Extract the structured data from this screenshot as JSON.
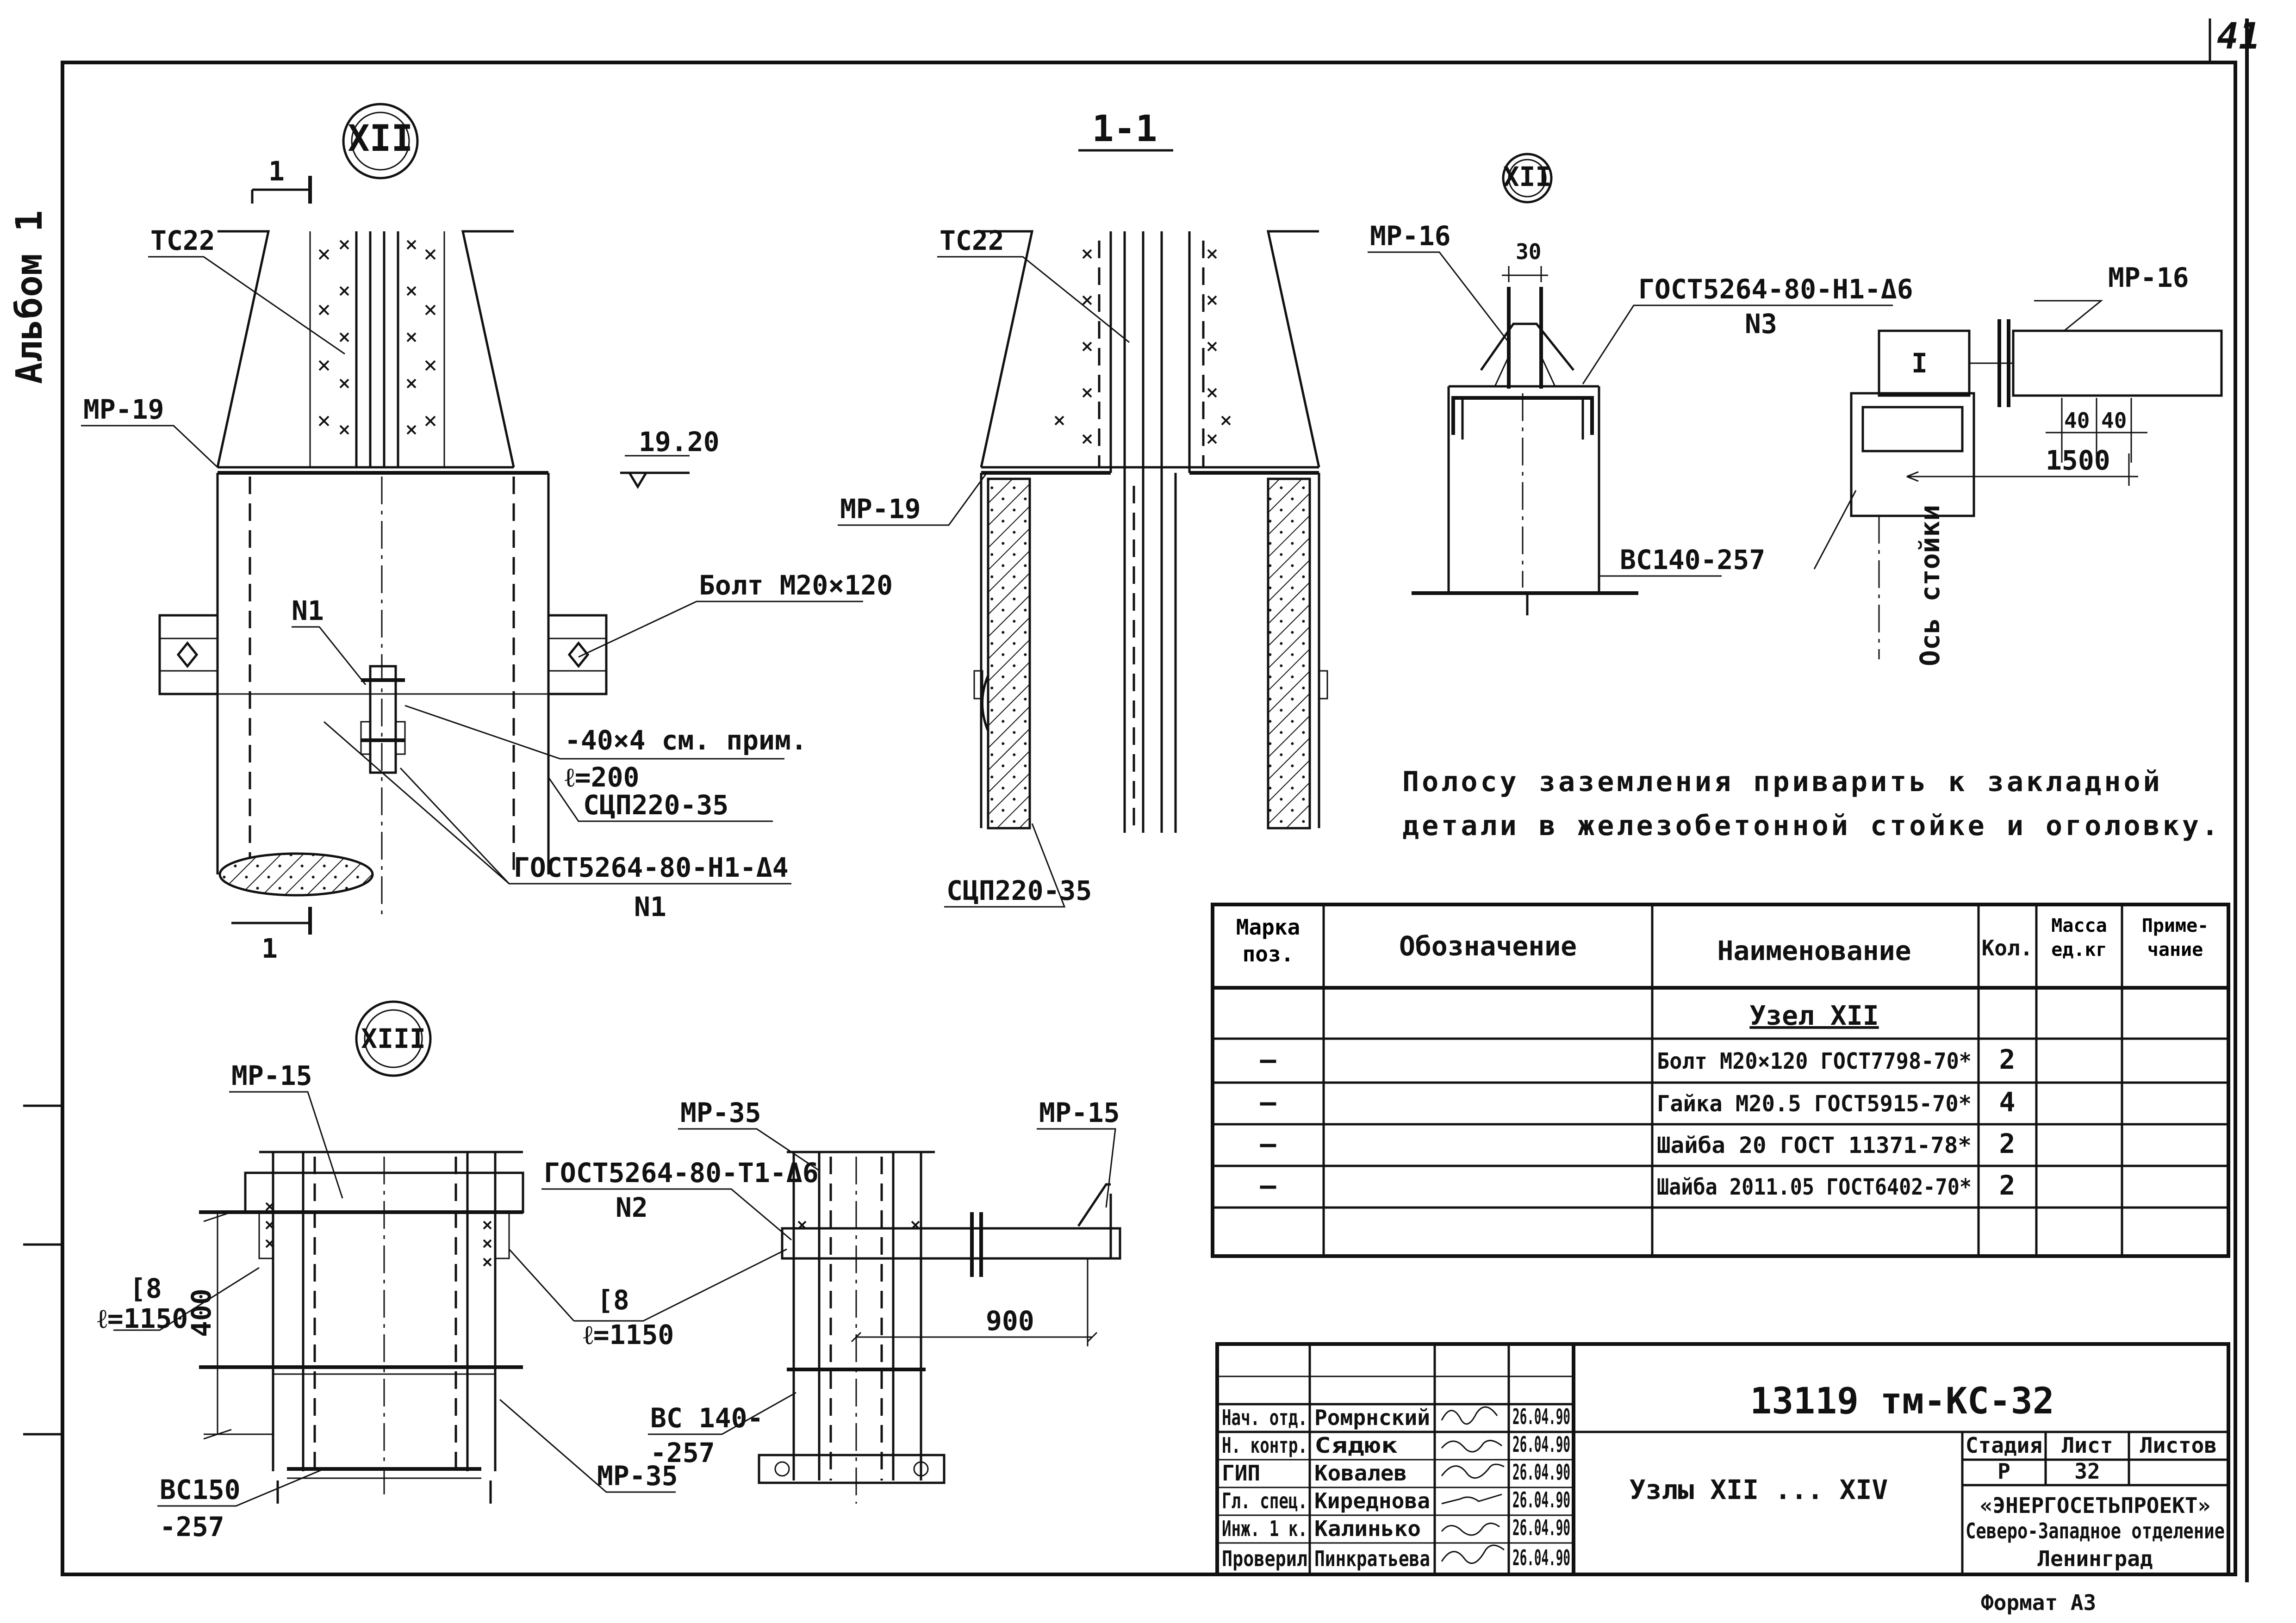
{
  "page_number": "41",
  "album": "Альбом 1",
  "section_1_1": "1-1",
  "node_xii": "XII",
  "node_xiii": "XIII",
  "cut": "1",
  "labels": {
    "tc22_left": "ТС22",
    "tc22_mid": "ТС22",
    "mr19_left": "МР-19",
    "mr19_mid": "МР-19",
    "elev": "19.20",
    "bolt": "Болт М20×120",
    "n1": "N1",
    "strip": "-40×4 см. прим.",
    "len200": "ℓ=200",
    "scp_left": "СЦП220-35",
    "scp_mid": "СЦП220-35",
    "gost_n1": "ГОСТ5264-80-Н1-Δ4",
    "gost_n1_tag": "N1",
    "mr16_a": "МР-16",
    "dim30": "30",
    "gost_n3": "ГОСТ5264-80-Н1-Δ6",
    "n3": "N3",
    "mr16_b": "МР-16",
    "i_mark": "I",
    "dim_40a": "40",
    "dim_40b": "40",
    "dim1500": "1500",
    "vs140_a": "ВС140-257",
    "os_stoiki": "Ось стойки",
    "mr15_a": "МР-15",
    "mr35_a": "МР-35",
    "mr15_b": "МР-15",
    "gost_n2": "ГОСТ5264-80-Т1-Δ6",
    "n2": "N2",
    "c8_a": "[8",
    "len1150_a": "ℓ=1150",
    "c8_b": "[8",
    "len1150_b": "ℓ=1150",
    "dim400": "400",
    "dim900": "900",
    "vs140_b1": "ВС 140-",
    "vs140_b2": "-257",
    "mr35_b": "МР-35",
    "vs150_1": "ВС150",
    "vs150_2": "-257"
  },
  "note": {
    "line1": "Полосу заземления приварить к закладной",
    "line2": "детали в железобетонной стойке и оголовку."
  },
  "spec_table": {
    "headers": {
      "mark": "Марка поз.",
      "designation": "Обозначение",
      "name": "Наименование",
      "qty": "Кол.",
      "mass": "Масса ед.кг",
      "note": "Приме- чание"
    },
    "group_title": "Узел XII",
    "rows": [
      {
        "mark": "—",
        "designation": "",
        "name": "Болт М20×120 ГОСТ7798-70*",
        "qty": "2",
        "mass": "",
        "note": ""
      },
      {
        "mark": "—",
        "designation": "",
        "name": "Гайка М20.5 ГОСТ5915-70*",
        "qty": "4",
        "mass": "",
        "note": ""
      },
      {
        "mark": "—",
        "designation": "",
        "name": "Шайба 20 ГОСТ 11371-78*",
        "qty": "2",
        "mass": "",
        "note": ""
      },
      {
        "mark": "—",
        "designation": "",
        "name": "Шайба 2011.05 ГОСТ6402-70*",
        "qty": "2",
        "mass": "",
        "note": ""
      }
    ]
  },
  "title_block": {
    "doc_code": "13119 тм-КС-32",
    "title": "Узлы XII ... XIV",
    "people": [
      {
        "role": "Нач. отд.",
        "name": "Ромрнский",
        "date": "26.04.90"
      },
      {
        "role": "Н. контр.",
        "name": "Сядюк",
        "date": "26.04.90"
      },
      {
        "role": "ГИП",
        "name": "Ковалев",
        "date": "26.04.90"
      },
      {
        "role": "Гл. спец.",
        "name": "Киреднова",
        "date": "26.04.90"
      },
      {
        "role": "Инж. 1 к.",
        "name": "Калинько",
        "date": "26.04.90"
      },
      {
        "role": "Проверил",
        "name": "Пинкратьева",
        "date": "26.04.90"
      }
    ],
    "stage_label": "Стадия",
    "sheet_label": "Лист",
    "sheets_label": "Листов",
    "stage": "Р",
    "sheet": "32",
    "sheets": "",
    "org1": "«ЭНЕРГОСЕТЬПРОЕКТ»",
    "org2": "Северо-Западное отделение",
    "org3": "Ленинград",
    "format": "Формат А3"
  }
}
